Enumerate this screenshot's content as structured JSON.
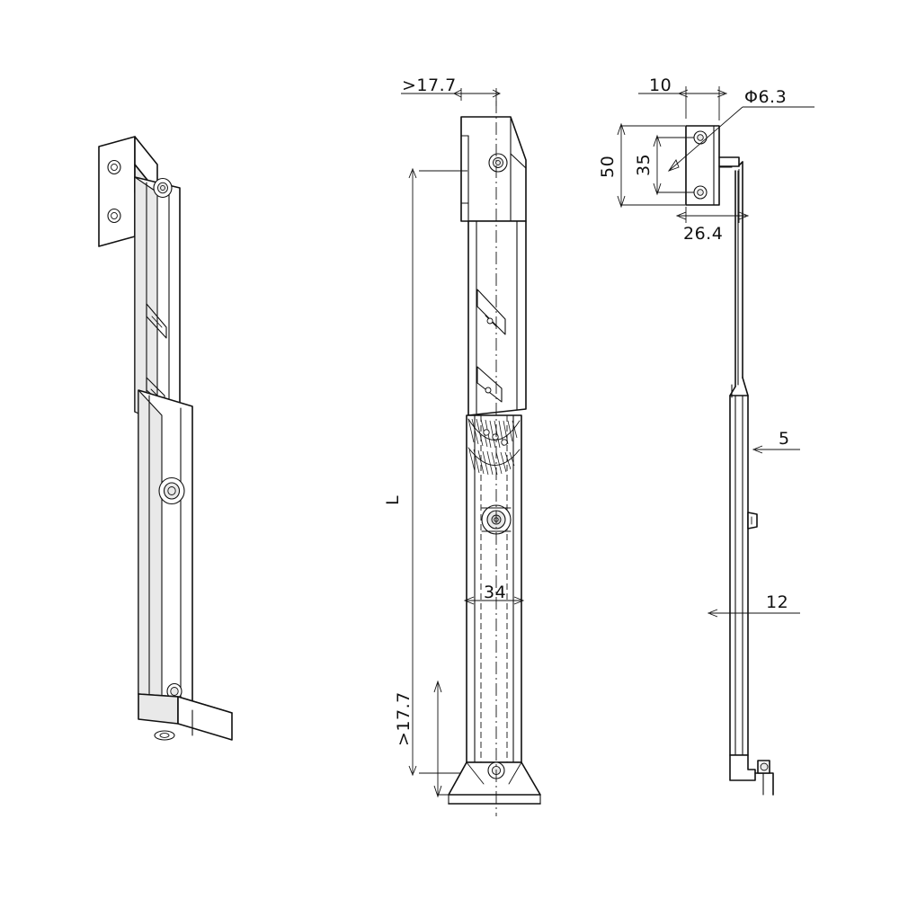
{
  "drawing": {
    "title": "Technical drawing — folding bracket / adjustable leg support",
    "background_color": "#ffffff",
    "line_color": "#111111",
    "views": [
      {
        "name": "isometric-view",
        "label": ""
      },
      {
        "name": "front-view",
        "label": ""
      },
      {
        "name": "side-view",
        "label": ""
      }
    ],
    "dimensions": {
      "front_top_width": ">17.7",
      "front_bottom_width": ">17.7",
      "overall_length": "L",
      "plate_width": "34",
      "side_plate_depth": "10",
      "side_plate_height": "50",
      "side_hole_spacing": "35",
      "side_foot_width": "26.4",
      "hole_diameter": "Φ6.3",
      "side_thickness": "5",
      "side_offset": "12"
    }
  }
}
